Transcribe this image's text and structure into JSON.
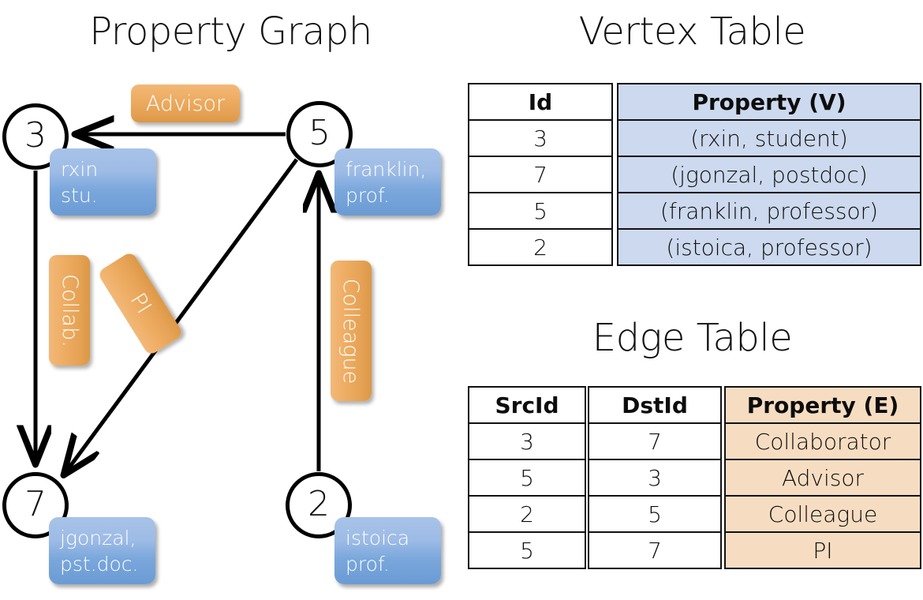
{
  "titles": {
    "property_graph": "Property Graph",
    "vertex_table": "Vertex Table",
    "edge_table": "Edge Table"
  },
  "colors": {
    "vertex_box_fill": "#7aa7dc",
    "edge_label_fill": "#e5a255",
    "vertex_table_cell": "#ccd9ee",
    "edge_table_cell": "#f6ddc2",
    "stroke": "#000000",
    "background": "#ffffff"
  },
  "graph": {
    "nodes": [
      {
        "id": "3",
        "property_lines": [
          "rxin",
          "stu."
        ]
      },
      {
        "id": "5",
        "property_lines": [
          "franklin,",
          "prof."
        ]
      },
      {
        "id": "7",
        "property_lines": [
          "jgonzal,",
          "pst.doc."
        ]
      },
      {
        "id": "2",
        "property_lines": [
          "istoica",
          "prof."
        ]
      }
    ],
    "edge_labels": [
      {
        "name": "advisor-label",
        "text": "Advisor"
      },
      {
        "name": "collab-label",
        "text": "Collab."
      },
      {
        "name": "pi-label",
        "text": "PI"
      },
      {
        "name": "colleague-label",
        "text": "Colleague"
      }
    ]
  },
  "vertex_table": {
    "headers": [
      "Id",
      "Property (V)"
    ],
    "rows": [
      {
        "id": "3",
        "property": "(rxin, student)"
      },
      {
        "id": "7",
        "property": "(jgonzal, postdoc)"
      },
      {
        "id": "5",
        "property": "(franklin, professor)"
      },
      {
        "id": "2",
        "property": "(istoica, professor)"
      }
    ]
  },
  "edge_table": {
    "headers": [
      "SrcId",
      "DstId",
      "Property (E)"
    ],
    "rows": [
      {
        "src": "3",
        "dst": "7",
        "property": "Collaborator"
      },
      {
        "src": "5",
        "dst": "3",
        "property": "Advisor"
      },
      {
        "src": "2",
        "dst": "5",
        "property": "Colleague"
      },
      {
        "src": "5",
        "dst": "7",
        "property": "PI"
      }
    ]
  }
}
